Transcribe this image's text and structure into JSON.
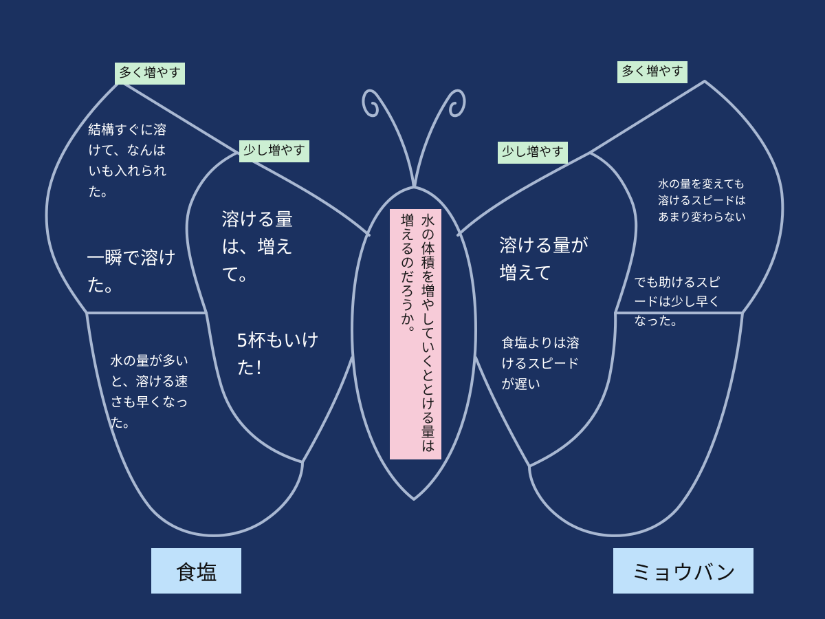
{
  "colors": {
    "background": "#1b3160",
    "outline": "#a9b8d2",
    "tag_green": "#ccefd3",
    "tag_blue": "#bfe1fb",
    "center_pink": "#f7cbd8",
    "text": "#ffffff"
  },
  "center": {
    "question": "水の体積を増やしていくととける量は増えるのだろうか。"
  },
  "left": {
    "title": "食塩",
    "upper_tag": "多く増やす",
    "lower_tag": "少し増やす",
    "upper_notes": {
      "note1": "結構すぐに溶けて、なんはいも入れられた。",
      "note2": "一瞬で溶けた。",
      "note3": "水の量が多いと、溶ける速さも早くなった。"
    },
    "lower_notes": {
      "note1": "溶ける量は、増えて。",
      "note2": "5杯もいけた！"
    }
  },
  "right": {
    "title": "ミョウバン",
    "upper_tag": "多く増やす",
    "lower_tag": "少し増やす",
    "upper_notes": {
      "note1": "水の量を変えても溶けるスピードはあまり変わらない",
      "note2": "でも助けるスピードは少し早くなった。"
    },
    "lower_notes": {
      "note1": "溶ける量が増えて",
      "note2": "食塩よりは溶けるスピードが遅い"
    }
  }
}
